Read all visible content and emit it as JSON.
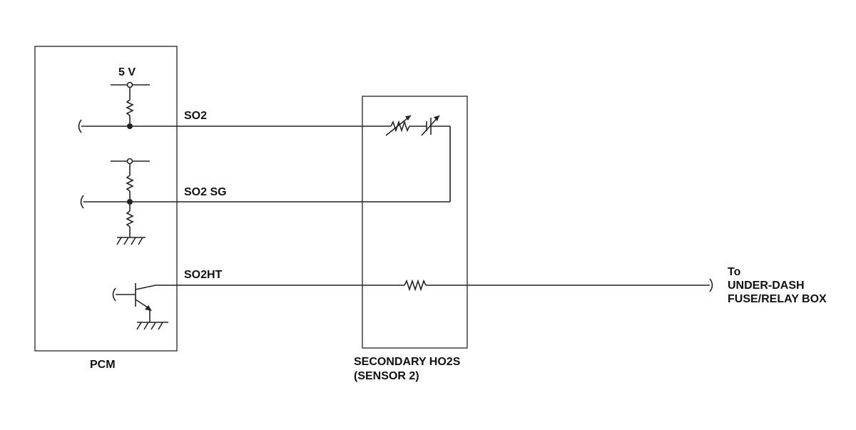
{
  "labels": {
    "vref": "5 V",
    "so2": "SO2",
    "so2sg": "SO2 SG",
    "so2ht": "SO2HT",
    "pcm": "PCM",
    "sensor_line1": "SECONDARY HO2S",
    "sensor_line2": "(SENSOR 2)",
    "dest_line1": "To",
    "dest_line2": "UNDER-DASH",
    "dest_line3": "FUSE/RELAY BOX"
  },
  "colors": {
    "line": "#222222",
    "background": "#ffffff"
  }
}
